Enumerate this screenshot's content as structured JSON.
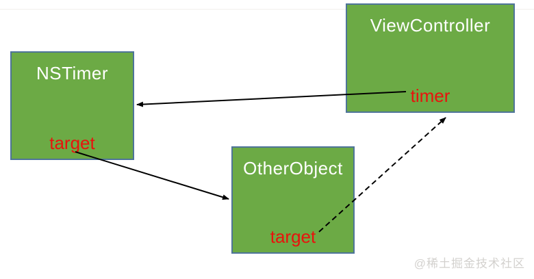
{
  "diagram": {
    "boxes": [
      {
        "id": "nstimer",
        "title": "NSTimer",
        "property": "target"
      },
      {
        "id": "viewcontroller",
        "title": "ViewController",
        "property": "timer"
      },
      {
        "id": "otherobject",
        "title": "OtherObject",
        "property": "target"
      }
    ],
    "arrows": [
      {
        "name": "viewcontroller-timer-to-nstimer",
        "from": "ViewController.timer",
        "to": "NSTimer",
        "style": "solid"
      },
      {
        "name": "nstimer-target-to-otherobject",
        "from": "NSTimer.target",
        "to": "OtherObject",
        "style": "solid"
      },
      {
        "name": "otherobject-target-to-viewcontroller",
        "from": "OtherObject.target",
        "to": "ViewController",
        "style": "dashed"
      }
    ],
    "colors": {
      "box_fill": "#6caa45",
      "box_border": "#4e7499",
      "title_text": "#ffffff",
      "property_text": "#e8130d",
      "arrow": "#000000",
      "background_line": "#f2efec",
      "watermark_text": "#d3d1ce"
    }
  },
  "watermark": {
    "text": "@稀土掘金技术社区"
  }
}
